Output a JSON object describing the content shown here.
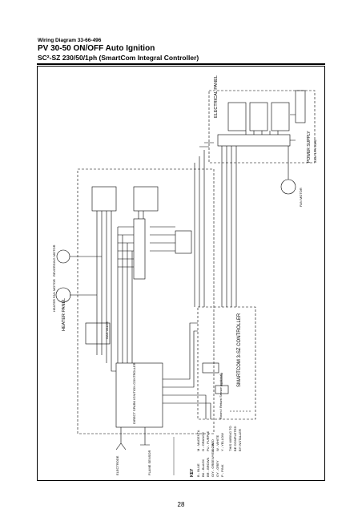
{
  "header": {
    "diagram_number": "Wiring Diagram 33-66-496",
    "title": "PV 30-50 ON/OFF Auto Ignition",
    "subtitle": "SC²-SZ 230/50/1ph (SmartCom Integral Controller)"
  },
  "labels": {
    "electrical_panel": "ELECTRICAL PANEL",
    "heater_panel": "HEATER PANEL",
    "smartcom_controller": "SMARTCOM 3-SZ CONTROLLER",
    "power_supply": "POWER SUPPLY",
    "power_supply_note": "230V 1PH 50HZ",
    "heater_motor": "HEATER FAN MOTOR",
    "reversible_motor": "REVERSING MOTOR",
    "ignition_control": "DIRECT SPARK IGNITION CONTROLLER",
    "gas_valve": "GAS VALVE",
    "electrode": "ELECTRODE",
    "flame_sensor": "FLAME SENSOR",
    "room_sensor": "Room / Return Sensor (optional)",
    "key_title": "KEY",
    "key_left": [
      "B - BLUE",
      "BK - BLACK",
      "BR - BROWN",
      "G/Y - GREEN/YELLOW",
      "GY - GREY",
      "P - PINK"
    ],
    "key_right": [
      "M - MAGENTA",
      "O - ORANGE",
      "PU - PURPLE",
      "R - RED",
      "W - WHITE",
      "Y - YELLOW"
    ],
    "wiring_note_1": "THIS WIRING TO",
    "wiring_note_2": "BE COMPLETED",
    "wiring_note_3": "BY INSTALLER",
    "fan_motor": "FAN MOTOR"
  },
  "page_number": "28"
}
